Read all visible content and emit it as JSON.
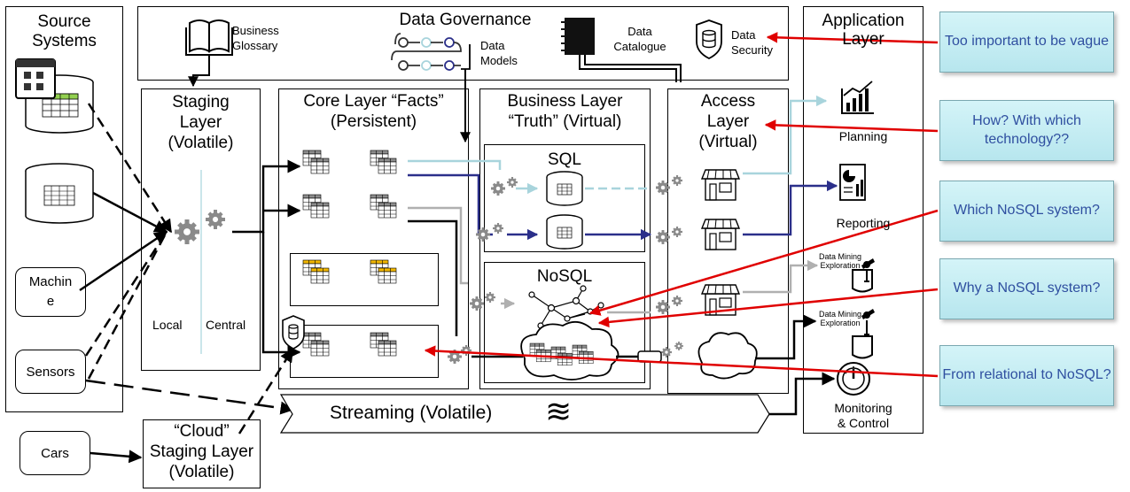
{
  "source_systems": {
    "title_line1": "Source",
    "title_line2": "Systems",
    "machine_line1": "Machin",
    "machine_line2": "e",
    "sensors": "Sensors",
    "cars": "Cars"
  },
  "governance": {
    "title": "Data Governance",
    "glossary_line1": "Business",
    "glossary_line2": "Glossary",
    "models_line1": "Data",
    "models_line2": "Models",
    "catalogue_line1": "Data",
    "catalogue_line2": "Catalogue",
    "security_line1": "Data",
    "security_line2": "Security"
  },
  "staging": {
    "line1": "Staging",
    "line2": "Layer",
    "line3": "(Volatile)",
    "local": "Local",
    "central": "Central"
  },
  "core": {
    "line1": "Core Layer “Facts”",
    "line2": "(Persistent)"
  },
  "business": {
    "line1": "Business Layer",
    "line2": "“Truth” (Virtual)",
    "sql": "SQL",
    "nosql": "NoSQL"
  },
  "access": {
    "line1": "Access",
    "line2": "Layer",
    "line3": "(Virtual)"
  },
  "application": {
    "line1": "Application",
    "line2": "Layer",
    "planning": "Planning",
    "reporting": "Reporting",
    "mining1_line1": "Data Mining",
    "mining1_line2": "Exploration",
    "mining2_line1": "Data Mining",
    "mining2_line2": "Exploration",
    "monitoring_line1": "Monitoring",
    "monitoring_line2": "& Control"
  },
  "cloud_staging": {
    "line1": "“Cloud”",
    "line2": "Staging Layer",
    "line3": "(Volatile)"
  },
  "streaming": {
    "label": "Streaming (Volatile)",
    "symbol": "≋"
  },
  "callouts": [
    {
      "text": "Too important to be vague"
    },
    {
      "text": "How? With which technology??"
    },
    {
      "text": "Which NoSQL system?"
    },
    {
      "text": "Why a NoSQL system?"
    },
    {
      "text": "From relational to NoSQL?"
    }
  ],
  "colors": {
    "callout_fill": "#c6edf2",
    "callout_text": "#2f4fa0",
    "arrow_red": "#e00000",
    "flow_lightblue": "#a8d4dc",
    "flow_navy": "#2b2f8a",
    "flow_grey": "#b0b0b0",
    "table_header_grey": "#8c8c8c",
    "table_header_yellow": "#f2b800",
    "table_header_green": "#92d050"
  }
}
